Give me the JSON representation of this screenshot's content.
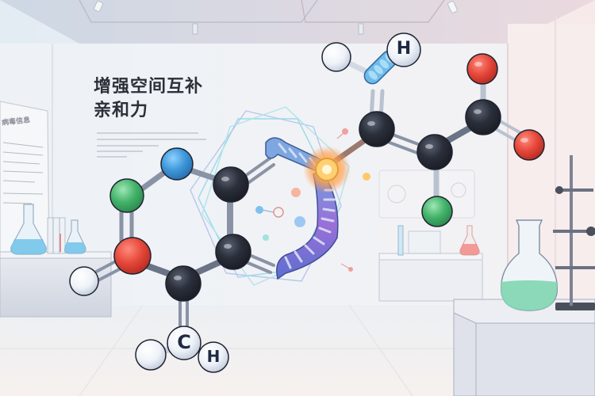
{
  "headline": {
    "line1": "增强空间互补",
    "line2": "亲和力"
  },
  "poster": {
    "title": "病毒信息"
  },
  "molecule": {
    "labels": {
      "top_hydrogen": "H",
      "bottom_carbon": "C",
      "bottom_hydrogen": "H"
    },
    "atom_colors": {
      "carbon": "#2b2f3a",
      "oxygen": "#e5483a",
      "nitrogen": "#3d97d9",
      "chlorine": "#43b36a",
      "hydrogen": "#eef2f8",
      "glow": "#ffb347"
    }
  },
  "colors": {
    "ribbon_blue": "#5b8fd6",
    "ribbon_purple": "#9b6fd8",
    "liquid_blue": "#6ec3ea",
    "liquid_green": "#7fd6b0",
    "liquid_pink": "#f08b86"
  }
}
